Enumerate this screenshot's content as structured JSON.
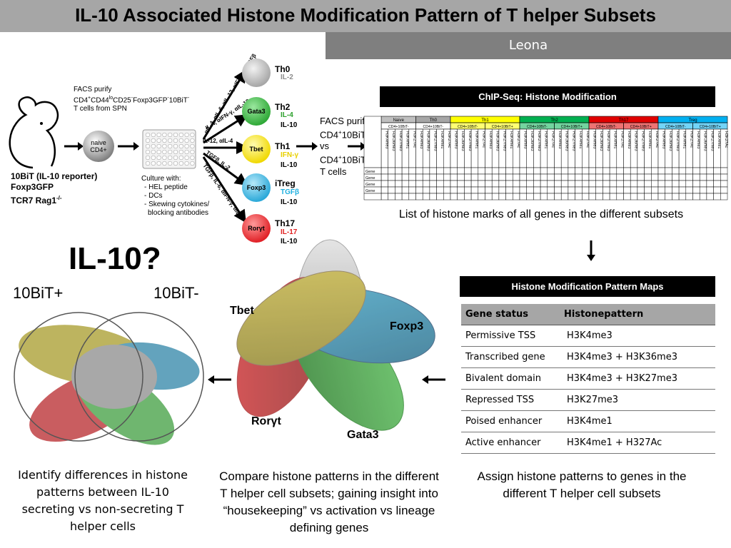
{
  "title": "IL-10 Associated Histone Modification Pattern of T helper Subsets",
  "author": "Leona",
  "mouse_lines": [
    "10BiT (IL-10 reporter)",
    "Foxp3GFP",
    "TCR7 Rag1"
  ],
  "mouse_sup": "-/-",
  "facs1": {
    "l1": "FACS purify",
    "l2": "CD4",
    "l2b": "CD44",
    "l2c": "CD25",
    "l2d": "Foxp3GFP",
    "l2e": "10BiT",
    "l3": "T cells from SPN"
  },
  "naive_cell": {
    "l1": "naive",
    "l2": "CD4+"
  },
  "culture": {
    "head": "Culture with:",
    "items": [
      "- HEL peptide",
      "- DCs",
      "- Skewing cytokines/",
      "  blocking antibodies"
    ]
  },
  "arrow_labels": [
    "αIL-4, αIL-6, αIL-12, αIFN-γ, αTGFβ",
    "IL-4, αIFN-γ, αIL-12",
    "IL-12, αIL-4",
    "TGFβ, IL-2",
    "TGFβ, IL-6, αIFN-γ, αIL-4"
  ],
  "subsets": [
    {
      "name": "Th0",
      "marker": "",
      "cyt1": "IL-2",
      "cyt2": "",
      "color": "#a6a6a6",
      "cyt1_color": "#8c8c8c"
    },
    {
      "name": "Th2",
      "marker": "Gata3",
      "cyt1": "IL-4",
      "cyt2": "IL-10",
      "color": "#3cb043",
      "cyt1_color": "#2ca02c"
    },
    {
      "name": "Th1",
      "marker": "Tbet",
      "cyt1": "IFN-γ",
      "cyt2": "IL-10",
      "color": "#f5e31a",
      "cyt1_color": "#e8d000"
    },
    {
      "name": "iTreg",
      "marker": "Foxp3",
      "cyt1": "TGFβ",
      "cyt2": "IL-10",
      "color": "#38b6e0",
      "cyt1_color": "#1fb0e0"
    },
    {
      "name": "Th17",
      "marker": "Rorγt",
      "cyt1": "IL-17",
      "cyt2": "IL-10",
      "color": "#e8232a",
      "cyt1_color": "#e02020"
    }
  ],
  "facs2": {
    "l1": "FACS purify",
    "l2": "CD4",
    "l2b": "10BiT",
    "l3": "vs",
    "l4": "CD4",
    "l4b": "10BiT",
    "l5": "T cells"
  },
  "chip": {
    "title": "ChIP-Seq: Histone Modification",
    "groups": [
      {
        "name": "Naive",
        "color": "#bfbfbf",
        "subs": [
          "CD4+10BiT-"
        ]
      },
      {
        "name": "Th0",
        "color": "#a6a6a6",
        "subs": [
          "CD4+10BiT-"
        ]
      },
      {
        "name": "Th1",
        "color": "#ffff00",
        "subs": [
          "CD4+10BiT-",
          "CD4+10BiT+"
        ]
      },
      {
        "name": "Th2",
        "color": "#00b050",
        "subs": [
          "CD4+10BiT-",
          "CD4+10BiT+"
        ]
      },
      {
        "name": "Th17",
        "color": "#e00000",
        "subs": [
          "CD4+10BiT-",
          "CD4+10BiT+"
        ]
      },
      {
        "name": "Treg",
        "color": "#00b0f0",
        "subs": [
          "CD4+10BiT-",
          "CD4+10BiT+"
        ]
      }
    ],
    "marks": [
      "H3K4me3",
      "H3K36me3",
      "H3K27me3",
      "H3K4me1",
      "H3K27Ac"
    ],
    "row_label": "Gene",
    "caption": "List of histone marks of all genes in the different subsets"
  },
  "pattern_maps": {
    "title": "Histone Modification Pattern Maps",
    "headers": [
      "Gene status",
      "Histonepattern"
    ],
    "rows": [
      [
        "Permissive TSS",
        "H3K4me3"
      ],
      [
        "Transcribed gene",
        "H3K4me3 + H3K36me3"
      ],
      [
        "Bivalent domain",
        "H3K4me3 + H3K27me3"
      ],
      [
        "Repressed TSS",
        "H3K27me3"
      ],
      [
        "Poised enhancer",
        "H3K4me1"
      ],
      [
        "Active enhancer",
        "H3K4me1 + H327Ac"
      ]
    ]
  },
  "question": "IL-10?",
  "venn": {
    "left": "10BiT+",
    "right": "10BiT-"
  },
  "flower": {
    "tbet": "Tbet",
    "foxp3": "Foxp3",
    "ror": "Rorγt",
    "gata3": "Gata3"
  },
  "captions": {
    "left": "Identify differences in histone patterns between IL-10 secreting vs non-secreting T helper cells",
    "middle": "Compare histone patterns in the different T helper cell subsets; gaining insight into “housekeeping” vs activation vs lineage defining genes",
    "right": "Assign histone patterns to genes in the different T helper cell subsets"
  },
  "colors": {
    "tbet": "#b8a83a",
    "foxp3": "#3a8fb0",
    "ror": "#c0393b",
    "gata3": "#3fa03f",
    "gray": "#a8a8a8"
  }
}
